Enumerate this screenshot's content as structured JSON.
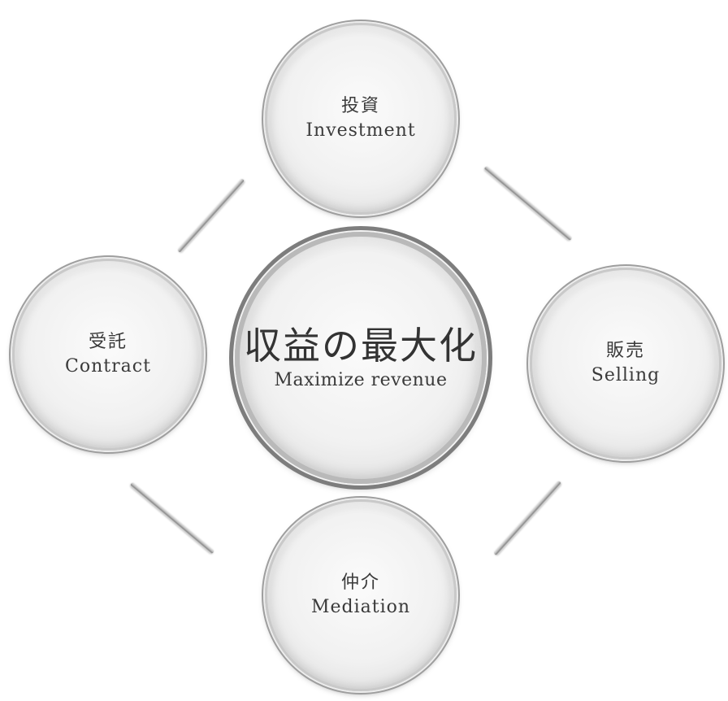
{
  "center": {
    "jp": "収益の最大化",
    "en": "Maximize revenue"
  },
  "nodes": {
    "investment": {
      "jp": "投資",
      "en": "Investment"
    },
    "selling": {
      "jp": "販売",
      "en": "Selling"
    },
    "mediation": {
      "jp": "仲介",
      "en": "Mediation"
    },
    "contract": {
      "jp": "受託",
      "en": "Contract"
    }
  },
  "colors": {
    "text": "#3a3a3a",
    "circle_fill": "#f1f1f1",
    "ring": "#9e9e9e",
    "connector": "#9a9a9a"
  }
}
